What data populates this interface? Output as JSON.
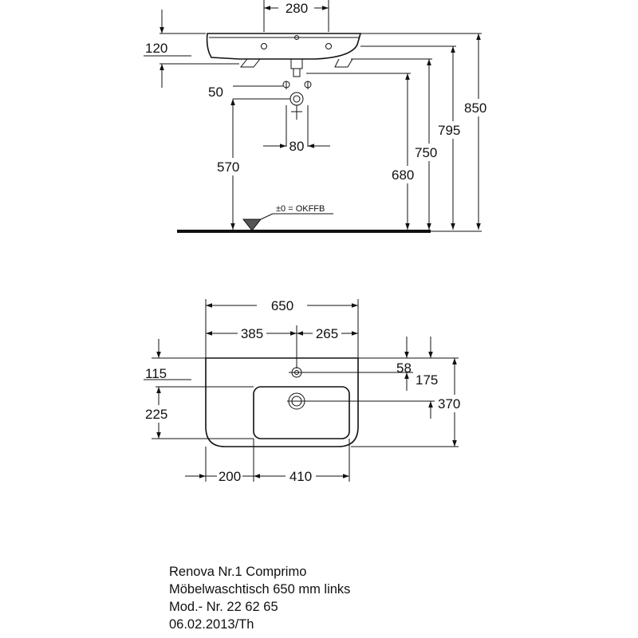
{
  "side_view": {
    "dims": {
      "d280": "280",
      "d120": "120",
      "d50": "50",
      "d80": "80",
      "d570": "570",
      "d680": "680",
      "d750": "750",
      "d795": "795",
      "d850": "850"
    },
    "floor_label": "±0 = OKFFB"
  },
  "top_view": {
    "dims": {
      "d650": "650",
      "d385": "385",
      "d265": "265",
      "d115": "115",
      "d225": "225",
      "d58": "58",
      "d175": "175",
      "d370": "370",
      "d200": "200",
      "d410": "410"
    }
  },
  "caption": {
    "line1": "Renova Nr.1 Comprimo",
    "line2": "Möbelwaschtisch 650 mm links",
    "line3": "Mod.- Nr. 22 62 65",
    "line4": "06.02.2013/Th"
  }
}
